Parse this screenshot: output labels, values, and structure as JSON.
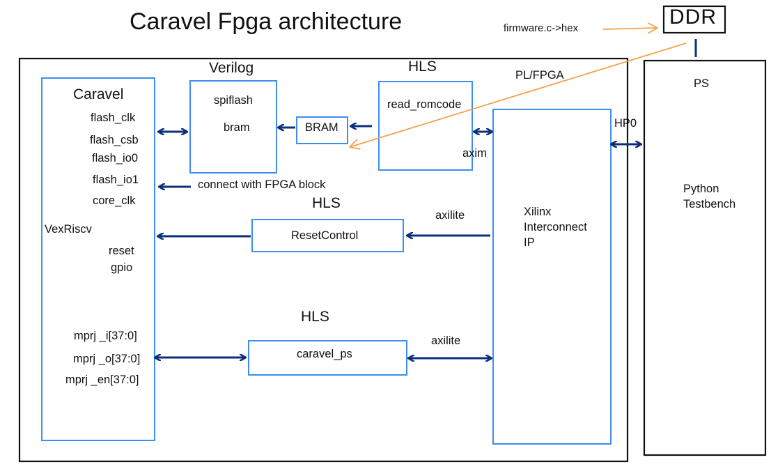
{
  "title": "Caravel Fpga architecture",
  "ddr": "DDR",
  "firmware_note": "firmware.c->hex",
  "pl_fpga": "PL/FPGA",
  "ps_block": {
    "label": "PS",
    "testbench_line1": "Python",
    "testbench_line2": "Testbench"
  },
  "hp0": "HP0",
  "caravel": {
    "label": "Caravel",
    "signals": [
      "flash_clk",
      "flash_csb",
      "flash_io0",
      "flash_io1",
      "core_clk"
    ],
    "cpu": "VexRiscv",
    "reset": "reset",
    "gpio": "gpio",
    "mprj": [
      "mprj _i[37:0]",
      "mprj _o[37:0]",
      "mprj _en[37:0]"
    ]
  },
  "verilog": {
    "header": "Verilog",
    "line1": "spiflash",
    "line2": "bram"
  },
  "bram_block": "BRAM",
  "hls_read": {
    "header": "HLS",
    "label": "read_romcode",
    "port": "axim"
  },
  "connect_note": "connect with FPGA block",
  "hls_reset": {
    "header": "HLS",
    "label": "ResetControl",
    "port": "axilite"
  },
  "hls_ps": {
    "header": "HLS",
    "label": "caravel_ps",
    "port": "axilite"
  },
  "interconnect": {
    "line1": "Xilinx",
    "line2": "Interconnect",
    "line3": "IP"
  },
  "colors": {
    "box_blue": "#3d8ef0",
    "arrow_navy": "#0d2f7a",
    "orange": "#f5a04a",
    "frame": "#111111"
  }
}
